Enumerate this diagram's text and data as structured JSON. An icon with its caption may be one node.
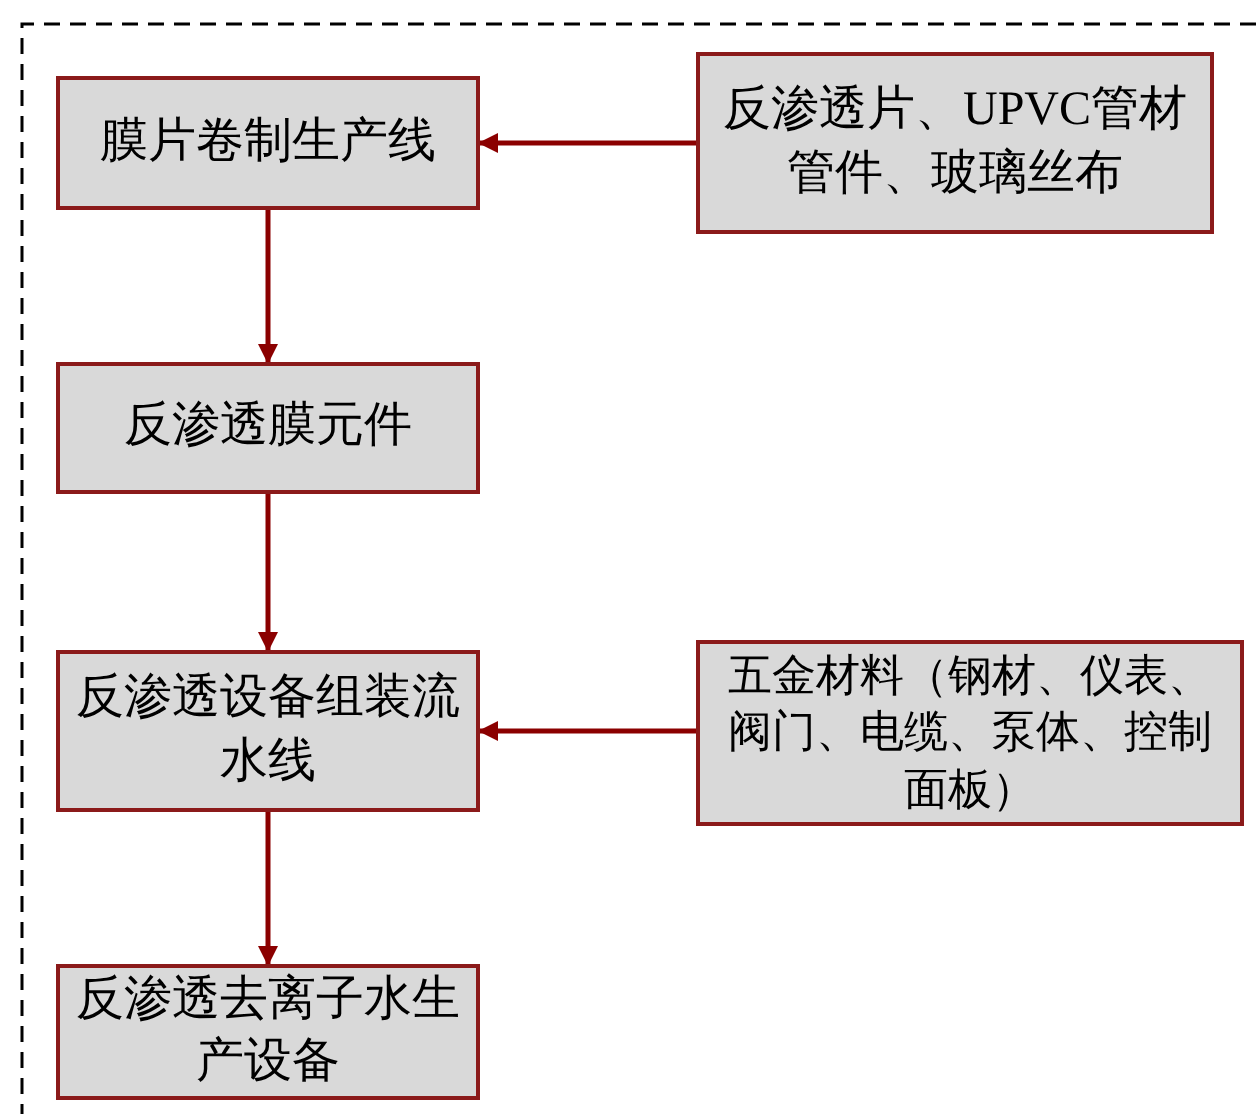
{
  "diagram": {
    "nodes": [
      {
        "text": [
          "膜片卷制生产线"
        ]
      },
      {
        "text": [
          "反渗透片、UPVC管材管件、玻璃丝布"
        ]
      },
      {
        "text": [
          "反渗透膜元件"
        ]
      },
      {
        "text": [
          "反渗透设备组装流水线"
        ]
      },
      {
        "text": [
          "五金材料（钢材、仪表、阀门、电缆、泵体、控制面板）"
        ]
      },
      {
        "text": [
          "反渗透去离子水生产设备"
        ]
      }
    ],
    "edges": [
      {
        "from": 1,
        "to": 0,
        "arrow": "to"
      },
      {
        "from": 0,
        "to": 2,
        "arrow": "to"
      },
      {
        "from": 2,
        "to": 3,
        "arrow": "to"
      },
      {
        "from": 4,
        "to": 3,
        "arrow": "to"
      },
      {
        "from": 3,
        "to": 5,
        "arrow": "to"
      }
    ]
  }
}
